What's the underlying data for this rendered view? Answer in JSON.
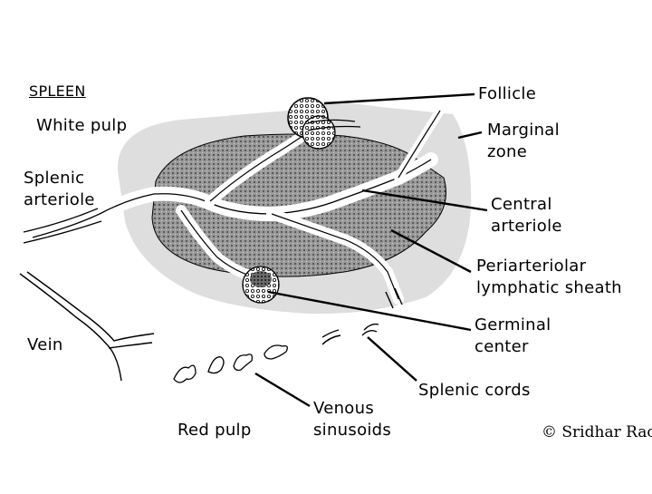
{
  "diagram": {
    "title": "SPLEEN",
    "labels": {
      "white_pulp": "White pulp",
      "splenic_arteriole_line1": "Splenic",
      "splenic_arteriole_line2": "arteriole",
      "vein": "Vein",
      "red_pulp": "Red pulp",
      "follicle": "Follicle",
      "marginal_zone_line1": "Marginal",
      "marginal_zone_line2": "zone",
      "central_arteriole_line1": "Central",
      "central_arteriole_line2": "arteriole",
      "pals_line1": "Periarteriolar",
      "pals_line2": "lymphatic sheath",
      "germinal_center_line1": "Germinal",
      "germinal_center_line2": "center",
      "splenic_cords": "Splenic cords",
      "venous_sinusoids_line1": "Venous",
      "venous_sinusoids_line2": "sinusoids"
    },
    "credit": "© Sridhar Rao",
    "colors": {
      "marginal_zone": "#dedede",
      "pals_fill": "#8c8c8c",
      "line": "#000000",
      "background": "#ffffff"
    }
  }
}
